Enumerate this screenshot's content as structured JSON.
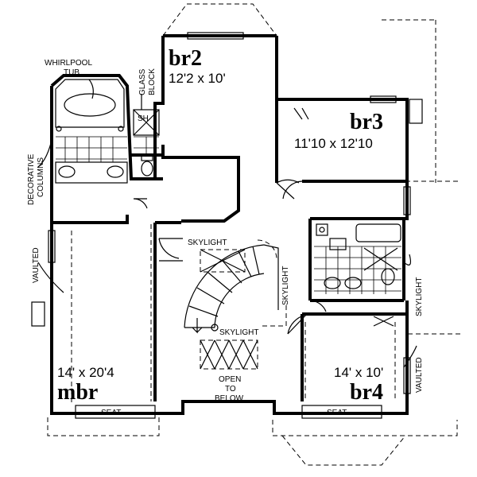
{
  "rooms": {
    "br2": {
      "name": "br2",
      "dims": "12'2 x 10'"
    },
    "br3": {
      "name": "br3",
      "dims": "11'10 x 12'10"
    },
    "mbr": {
      "name": "mbr",
      "dims": "14' x 20'4"
    },
    "br4": {
      "name": "br4",
      "dims": "14' x 10'"
    }
  },
  "labels": {
    "whirlpool_1": "WHIRLPOOL",
    "whirlpool_2": "TUB",
    "glass_1": "GLASS",
    "glass_2": "BLOCK",
    "sh": "SH",
    "decorative_1": "DECORATIVE",
    "decorative_2": "COLUMNS",
    "vaulted": "VAULTED",
    "skylight": "SKYLIGHT",
    "open_1": "OPEN",
    "open_2": "TO",
    "open_3": "BELOW",
    "seat": "SEAT"
  }
}
